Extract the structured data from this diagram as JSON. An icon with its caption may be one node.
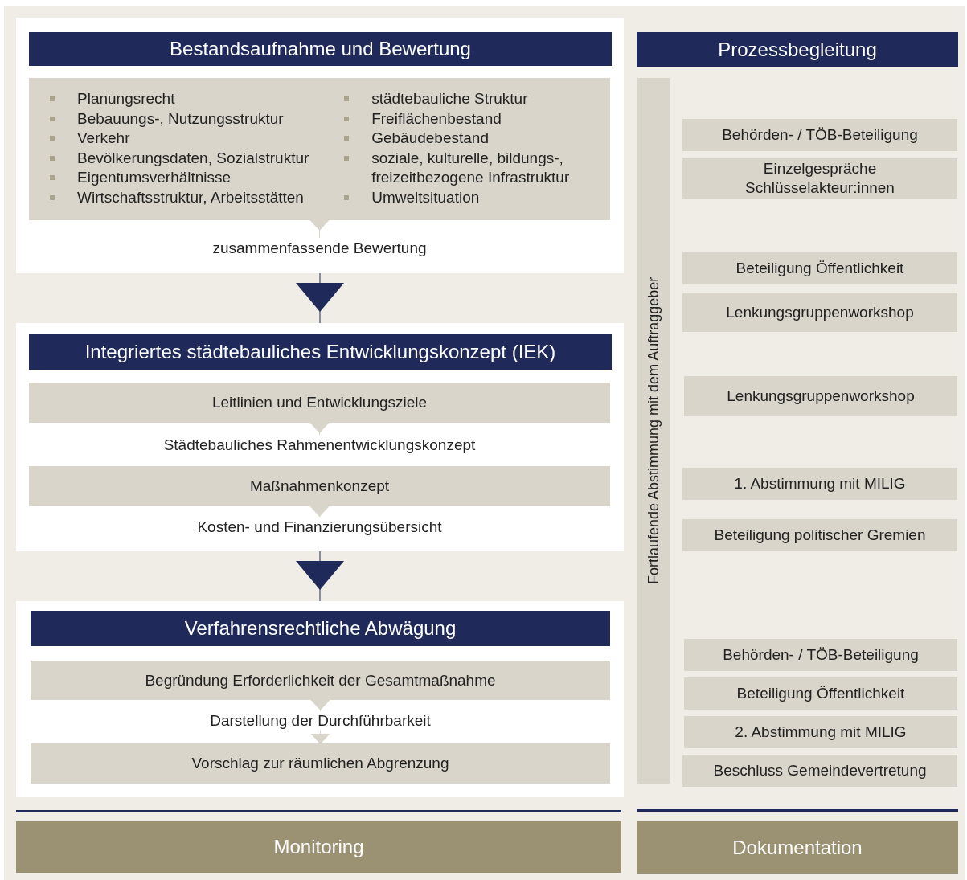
{
  "diagram": {
    "nodes": [
      {
        "text": [],
        "shape": "box"
      },
      {
        "text": [
          "Bestandsaufnahme und Bewertung"
        ],
        "in": 0
      },
      {
        "text": [
          "Planungsrecht",
          "Bebauungs-, Nutzungsstruktur",
          "Verkehr",
          "Bevölkerungsdaten, Sozialstruktur",
          "Eigentumsverhältnisse",
          "Wirtschaftsstruktur, Arbeitsstätten",
          "städtebauliche Struktur",
          "Freiflächenbestand",
          "Gebäudebestand",
          "soziale, kulturelle, bildungs-, freizeitbezogene Infrastruktur",
          "Umweltsituation"
        ],
        "in": 0
      },
      {
        "text": [
          "zusammenfassende Bewertung"
        ],
        "in": 0
      },
      {
        "text": [],
        "shape": "box"
      },
      {
        "text": [
          "Integriertes städtebauliches Entwicklungskonzept (IEK)"
        ],
        "in": 4
      },
      {
        "text": [
          "Leitlinien und Entwicklungsziele"
        ],
        "in": 4
      },
      {
        "text": [
          "Städtebauliches Rahmenentwicklungskonzept"
        ],
        "in": 4
      },
      {
        "text": [
          "Maßnahmenkonzept"
        ],
        "in": 4
      },
      {
        "text": [
          "Kosten- und Finanzierungsübersicht"
        ],
        "in": 4
      },
      {
        "text": [],
        "shape": "box"
      },
      {
        "text": [
          "Verfahrensrechtliche Abwägung"
        ],
        "in": 10
      },
      {
        "text": [
          "Begründung Erforderlichkeit der Gesamtmaßnahme"
        ],
        "in": 10
      },
      {
        "text": [
          "Darstellung der Durchführbarkeit"
        ],
        "in": 10
      },
      {
        "text": [
          "Vorschlag zur räumlichen Abgrenzung"
        ],
        "in": 10
      },
      {
        "text": [
          "Monitoring"
        ]
      },
      {
        "text": [
          "Prozessbegleitung"
        ]
      },
      {
        "text": [
          "Fortlaufende Abstimmung mit dem Auftraggeber"
        ]
      },
      {
        "text": [
          "Behörden- / TÖB-Beteiligung"
        ]
      },
      {
        "text": [
          "Einzelgespräche Schlüsselakteur:innen"
        ]
      },
      {
        "text": [
          "Beteiligung Öffentlichkeit"
        ]
      },
      {
        "text": [
          "Lenkungsgruppenworkshop"
        ]
      },
      {
        "text": [
          "Lenkungsgruppenworkshop"
        ]
      },
      {
        "text": [
          "1. Abstimmung mit MILIG"
        ]
      },
      {
        "text": [
          "Beteiligung politischer Gremien"
        ]
      },
      {
        "text": [
          "Behörden- / TÖB-Beteiligung"
        ]
      },
      {
        "text": [
          "Beteiligung Öffentlichkeit"
        ]
      },
      {
        "text": [
          "2. Abstimmung mit MILIG"
        ]
      },
      {
        "text": [
          "Beschluss Gemeindevertretung"
        ]
      },
      {
        "text": [
          "Dokumentation"
        ]
      }
    ],
    "edges": [
      {
        "from": 2,
        "to": 3,
        "arrow": "to"
      },
      {
        "from": 0,
        "to": 4,
        "arrow": "to",
        "color": "#1f2a5a"
      },
      {
        "from": 6,
        "to": 7,
        "arrow": "to"
      },
      {
        "from": 8,
        "to": 9,
        "arrow": "to"
      },
      {
        "from": 4,
        "to": 10,
        "arrow": "to",
        "color": "#1f2a5a"
      },
      {
        "from": 12,
        "to": 13,
        "arrow": "to"
      },
      {
        "from": 13,
        "to": 14,
        "arrow": "to"
      }
    ]
  }
}
